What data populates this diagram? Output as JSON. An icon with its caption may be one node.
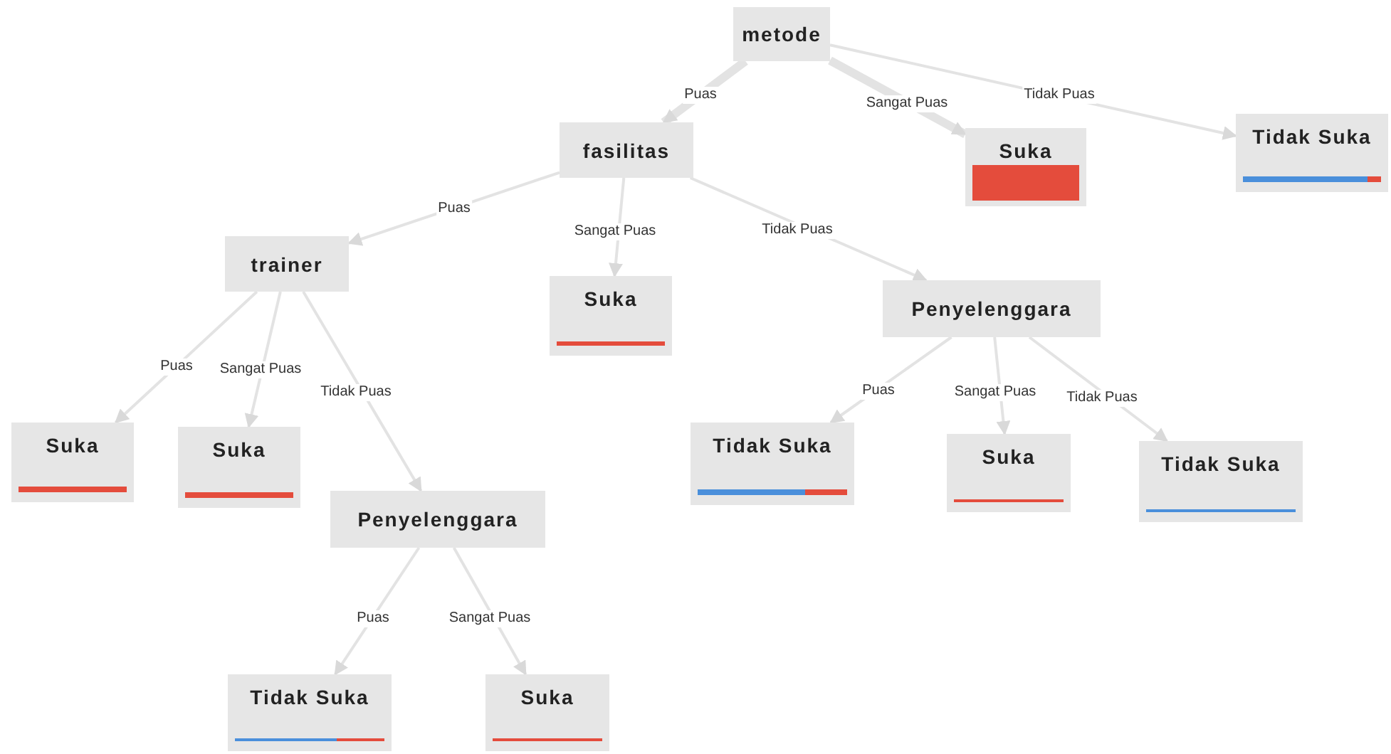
{
  "diagram": {
    "nodes": [
      {
        "text": [
          "metode"
        ]
      },
      {
        "text": [
          "fasilitas"
        ]
      },
      {
        "text": [
          "Suka"
        ]
      },
      {
        "text": [
          "Tidak Suka"
        ]
      },
      {
        "text": [
          "trainer"
        ]
      },
      {
        "text": [
          "Suka"
        ]
      },
      {
        "text": [
          "Penyelenggara"
        ]
      },
      {
        "text": [
          "Suka"
        ]
      },
      {
        "text": [
          "Suka"
        ]
      },
      {
        "text": [
          "Tidak Suka"
        ]
      },
      {
        "text": [
          "Suka"
        ]
      },
      {
        "text": [
          "Tidak Suka"
        ]
      },
      {
        "text": [
          "Penyelenggara"
        ]
      },
      {
        "text": [
          "Tidak Suka"
        ]
      },
      {
        "text": [
          "Suka"
        ]
      }
    ],
    "edges": [
      {
        "from": 0,
        "to": 1,
        "arrow": "to",
        "label": "Puas",
        "style": "thick"
      },
      {
        "from": 0,
        "to": 2,
        "arrow": "to",
        "label": "Sangat Puas",
        "style": "thick"
      },
      {
        "from": 0,
        "to": 3,
        "arrow": "to",
        "label": "Tidak Puas"
      },
      {
        "from": 1,
        "to": 4,
        "arrow": "to",
        "label": "Puas"
      },
      {
        "from": 1,
        "to": 5,
        "arrow": "to",
        "label": "Sangat Puas"
      },
      {
        "from": 1,
        "to": 6,
        "arrow": "to",
        "label": "Tidak Puas"
      },
      {
        "from": 4,
        "to": 7,
        "arrow": "to",
        "label": "Puas"
      },
      {
        "from": 4,
        "to": 8,
        "arrow": "to",
        "label": "Sangat Puas"
      },
      {
        "from": 4,
        "to": 12,
        "arrow": "to",
        "label": "Tidak Puas"
      },
      {
        "from": 6,
        "to": 9,
        "arrow": "to",
        "label": "Puas"
      },
      {
        "from": 6,
        "to": 10,
        "arrow": "to",
        "label": "Sangat Puas"
      },
      {
        "from": 6,
        "to": 11,
        "arrow": "to",
        "label": "Tidak Puas"
      },
      {
        "from": 12,
        "to": 13,
        "arrow": "to",
        "label": "Puas"
      },
      {
        "from": 12,
        "to": 14,
        "arrow": "to",
        "label": "Sangat Puas"
      }
    ]
  }
}
